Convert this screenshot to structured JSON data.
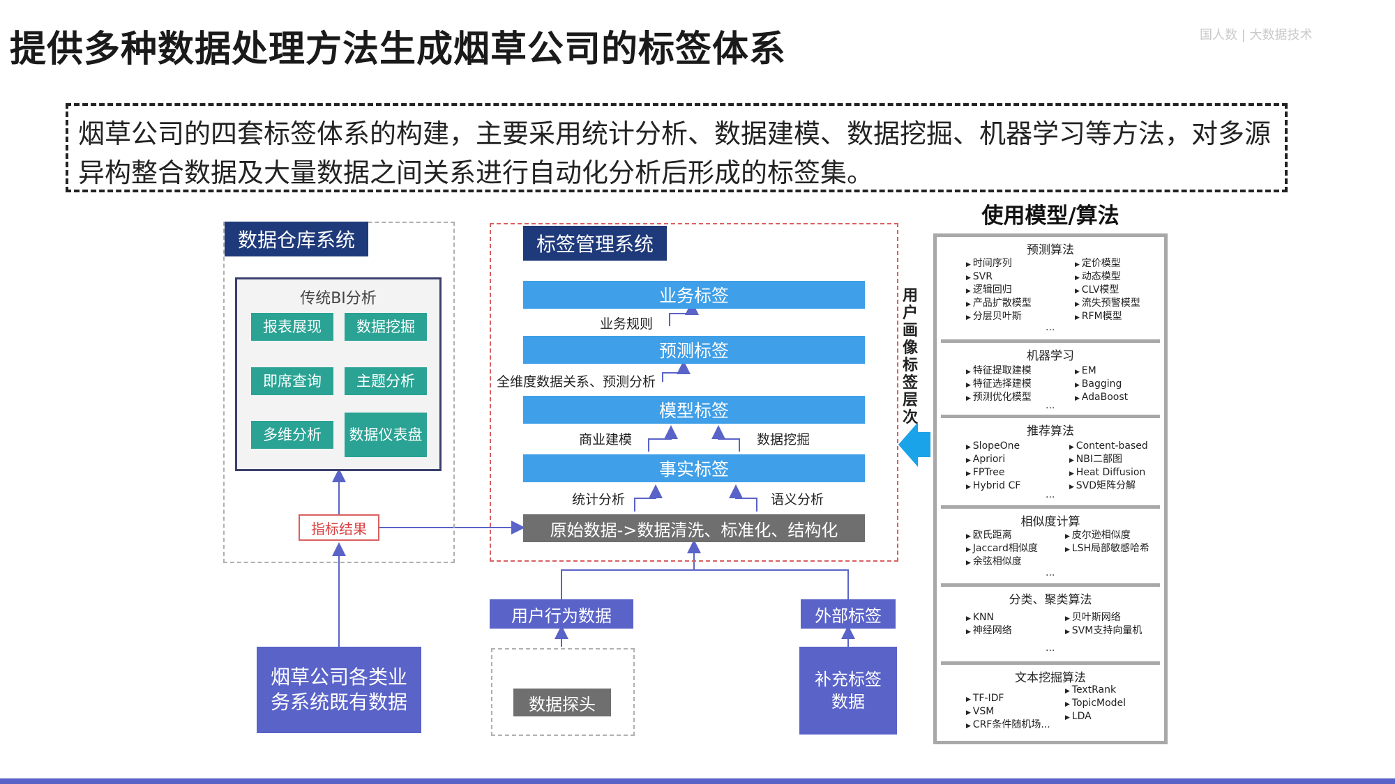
{
  "page": {
    "title": "提供多种数据处理方法生成烟草公司的标签体系",
    "brand": "国人数 | 大数据技术",
    "intro": "烟草公司的四套标签体系的构建，主要采用统计分析、数据建模、数据挖掘、机器学习等方法，对多源异构整合数据及大量数据之间关系进行自动化分析后形成的标签集。"
  },
  "warehouse": {
    "header": "数据仓库系统",
    "bi_title": "传统BI分析",
    "cells": [
      "报表展现",
      "数据挖掘",
      "即席查询",
      "主题分析",
      "多维分析",
      "数据仪表盘"
    ],
    "indicator": "指标结果",
    "source": "烟草公司各类业务系统既有数据"
  },
  "tag_system": {
    "header": "标签管理系统",
    "layers": [
      "业务标签",
      "预测标签",
      "模型标签",
      "事实标签"
    ],
    "labels": {
      "business_rule": "业务规则",
      "full_dim": "全维度数据关系、预测分析",
      "biz_model": "商业建模",
      "data_mining": "数据挖掘",
      "stats": "统计分析",
      "semantic": "语义分析"
    },
    "raw": "原始数据->数据清洗、标准化、结构化",
    "user_behavior": "用户行为数据",
    "external": "外部标签",
    "probe": "数据探头",
    "supplement": "补充标签数据",
    "hierarchy": "用户画像标签层次"
  },
  "algorithms": {
    "title": "使用模型/算法",
    "sections": [
      {
        "title": "预测算法",
        "left": [
          "时间序列",
          "SVR",
          "逻辑回归",
          "产品扩散模型",
          "分层贝叶斯"
        ],
        "right": [
          "定价模型",
          "动态模型",
          "CLV模型",
          "流失预警模型",
          "RFM模型"
        ]
      },
      {
        "title": "机器学习",
        "left": [
          "特征提取建模",
          "特征选择建模",
          "预测优化模型"
        ],
        "right": [
          "EM",
          "Bagging",
          "AdaBoost"
        ]
      },
      {
        "title": "推荐算法",
        "left": [
          "SlopeOne",
          "Apriori",
          "FPTree",
          "Hybrid CF"
        ],
        "right": [
          "Content-based",
          "NBI二部图",
          "Heat Diffusion",
          "SVD矩阵分解"
        ]
      },
      {
        "title": "相似度计算",
        "left": [
          "欧氏距离",
          "Jaccard相似度",
          "余弦相似度"
        ],
        "right": [
          "皮尔逊相似度",
          "LSH局部敏感哈希"
        ]
      },
      {
        "title": "分类、聚类算法",
        "left": [
          "KNN",
          "神经网络"
        ],
        "right": [
          "贝叶斯网络",
          "SVM支持向量机"
        ]
      },
      {
        "title": "文本挖掘算法",
        "left": [
          "TF-IDF",
          "VSM",
          "CRF条件随机场..."
        ],
        "right": [
          "TextRank",
          "TopicModel",
          "LDA"
        ]
      }
    ],
    "ellipsis": "..."
  },
  "colors": {
    "navy": "#1f3a7a",
    "teal": "#2aa394",
    "blue": "#3f9fe8",
    "purple": "#5a63c8",
    "grey": "#6f6f6f",
    "red": "#d96060",
    "arrow_cyan": "#1aa3e8",
    "line_blue": "#5a63c8",
    "footer": "#5a63c8"
  }
}
